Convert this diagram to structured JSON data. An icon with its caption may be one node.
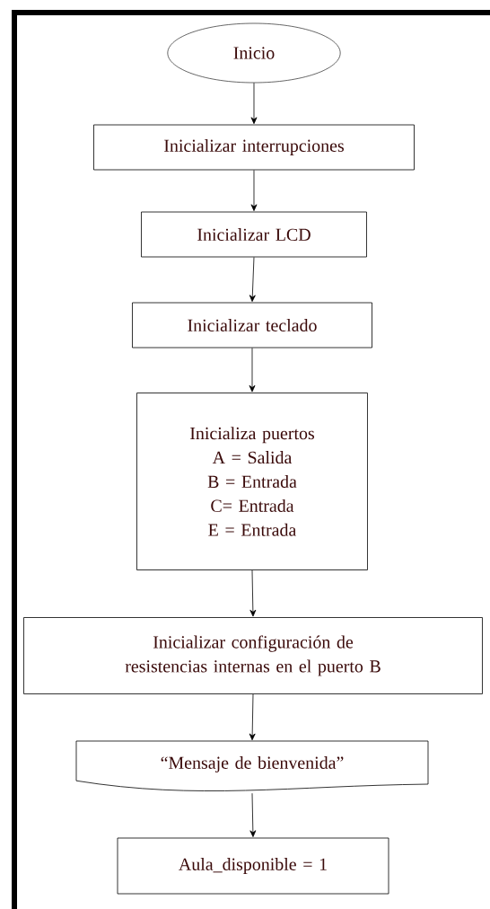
{
  "diagram": {
    "nodes": [
      {
        "text": [
          "Inicio"
        ]
      },
      {
        "text": [
          "Inicializar interrupciones"
        ]
      },
      {
        "text": [
          "Inicializar LCD"
        ]
      },
      {
        "text": [
          "Inicializar teclado"
        ]
      },
      {
        "text": [
          "Inicializa puertos",
          "A = Salida",
          "B = Entrada",
          "C= Entrada",
          "E = Entrada"
        ]
      },
      {
        "text": [
          "Inicializar configuración de resistencias internas en el puerto B"
        ]
      },
      {
        "text": [
          "“Mensaje de bienvenida”"
        ]
      },
      {
        "text": [
          "Aula_disponible = 1"
        ]
      }
    ],
    "edges": [
      {
        "from": 0,
        "to": 1,
        "arrow": "to"
      },
      {
        "from": 1,
        "to": 2,
        "arrow": "to"
      },
      {
        "from": 2,
        "to": 3,
        "arrow": "to"
      },
      {
        "from": 3,
        "to": 4,
        "arrow": "to"
      },
      {
        "from": 4,
        "to": 5,
        "arrow": "to"
      },
      {
        "from": 5,
        "to": 6,
        "arrow": "to"
      },
      {
        "from": 6,
        "to": 7,
        "arrow": "to"
      }
    ]
  }
}
